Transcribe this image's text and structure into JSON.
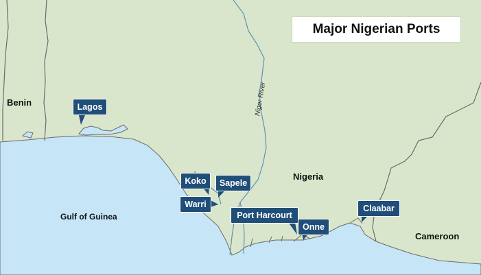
{
  "map": {
    "title": "Major Nigerian Ports",
    "colors": {
      "land": "#d9e6cb",
      "water": "#c6e5f6",
      "border": "#6b6b6b",
      "river": "#5a93b8",
      "port_fill": "#1f4e79",
      "port_text": "#ffffff"
    },
    "regions": {
      "benin": "Benin",
      "nigeria": "Nigeria",
      "cameroon": "Cameroon",
      "gulf": "Gulf of Guinea"
    },
    "river_label": "Niger River",
    "ports": {
      "lagos": "Lagos",
      "koko": "Koko",
      "sapele": "Sapele",
      "warri": "Warri",
      "port_harcourt": "Port Harcourt",
      "onne": "Onne",
      "claabar": "Claabar"
    }
  }
}
